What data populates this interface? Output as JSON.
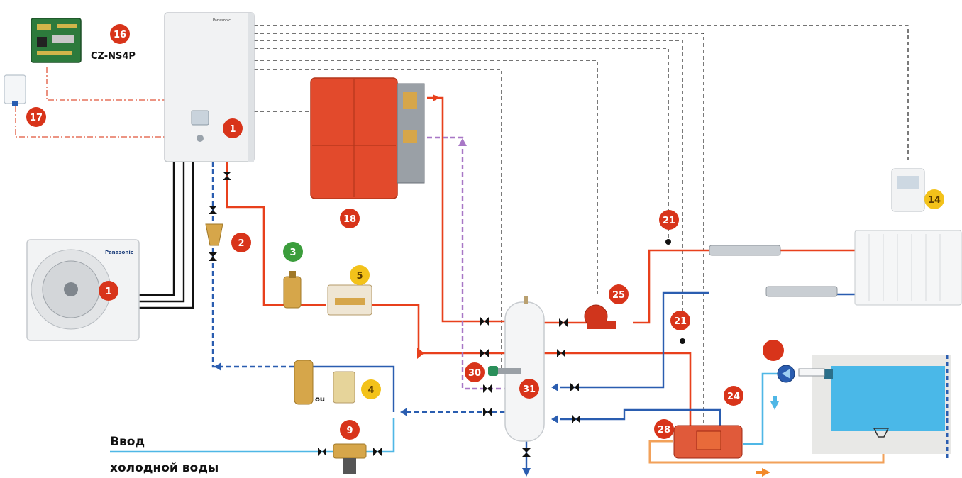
{
  "colors": {
    "hot": "#e8401c",
    "cold": "#2a5db0",
    "mains": "#4fb7e6",
    "boiler_loop": "#a877c6",
    "pool_loop": "#f2a15a",
    "signal": "#222222",
    "badge_red": "#d8341a",
    "badge_yellow": "#f3c21a",
    "badge_green": "#3b9d3c",
    "pool_water": "#4ab8e8"
  },
  "badges": [
    {
      "id": "hydrokit",
      "number": "1",
      "color": "red"
    },
    {
      "id": "outdoor-unit",
      "number": "1",
      "color": "red"
    },
    {
      "id": "filter",
      "number": "2",
      "color": "red"
    },
    {
      "id": "degasser",
      "number": "3",
      "color": "green"
    },
    {
      "id": "sludge-separator",
      "number": "4",
      "color": "yellow"
    },
    {
      "id": "flow-switch",
      "number": "5",
      "color": "yellow"
    },
    {
      "id": "mains-valve",
      "number": "9",
      "color": "red"
    },
    {
      "id": "room-thermostat",
      "number": "14",
      "color": "yellow"
    },
    {
      "id": "pcb-board",
      "number": "16",
      "color": "red"
    },
    {
      "id": "remote-sensor",
      "number": "17",
      "color": "red"
    },
    {
      "id": "boiler",
      "number": "18",
      "color": "red"
    },
    {
      "id": "sensor-upper",
      "number": "21",
      "color": "red"
    },
    {
      "id": "sensor-lower",
      "number": "21",
      "color": "red"
    },
    {
      "id": "pool-heat-exchanger",
      "number": "24",
      "color": "red"
    },
    {
      "id": "circulator",
      "number": "25",
      "color": "red"
    },
    {
      "id": "pool-pump",
      "number": "28",
      "color": "red"
    },
    {
      "id": "electric-heater",
      "number": "30",
      "color": "red"
    },
    {
      "id": "buffer-tank",
      "number": "31",
      "color": "red"
    }
  ],
  "labels": {
    "pcb_model": "CZ-NS4P",
    "or_word": "ou",
    "inlet_line1": "Ввод",
    "inlet_line2": "холодной воды",
    "brand": "Panasonic"
  }
}
